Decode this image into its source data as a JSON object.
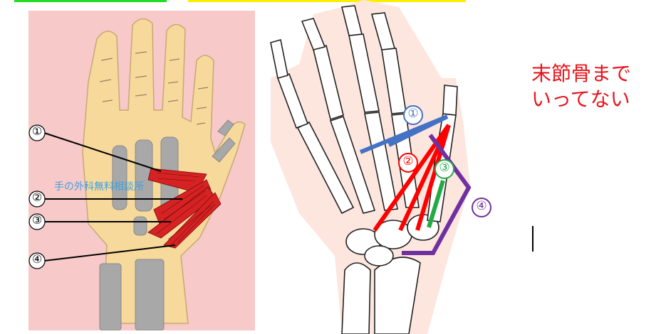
{
  "left_diagram": {
    "watermark": "手の外科無料相談所",
    "labels": [
      "①",
      "②",
      "③",
      "④"
    ]
  },
  "right_diagram": {
    "labels": [
      "①",
      "②",
      "③",
      "④"
    ],
    "colors": {
      "line1": "#4472c4",
      "line2": "#ff0000",
      "line3": "#22aa44",
      "line4": "#7030a0"
    }
  },
  "annotation": {
    "line1": "末節骨まで",
    "line2": "いってない"
  }
}
